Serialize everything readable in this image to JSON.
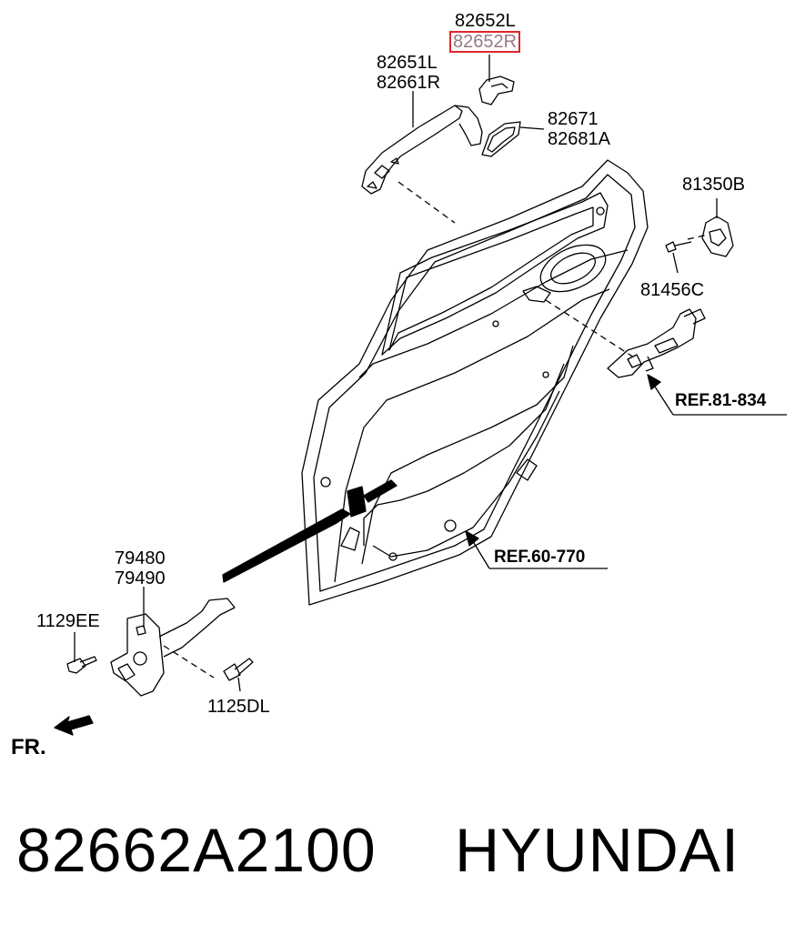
{
  "labels": {
    "p82652L": "82652L",
    "p82652R": "82652R",
    "p82651L": "82651L",
    "p82661R": "82661R",
    "p82671": "82671",
    "p82681A": "82681A",
    "p81350B": "81350B",
    "p81456C": "81456C",
    "ref81": "REF.81-834",
    "ref60": "REF.60-770",
    "p79480": "79480",
    "p79490": "79490",
    "p1129EE": "1129EE",
    "p1125DL": "1125DL",
    "front": "FR."
  },
  "footer": {
    "part_number": "82662A2100",
    "brand": "HYUNDAI"
  },
  "colors": {
    "line": "#000000",
    "highlight_border": "#e0262b",
    "highlight_text": "#9a7a87"
  }
}
